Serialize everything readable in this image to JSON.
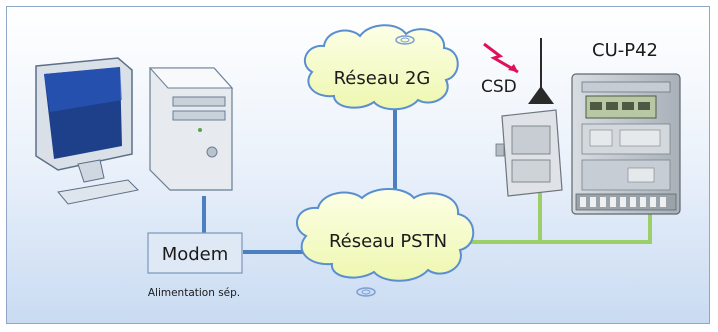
{
  "nodes": {
    "cloud_2g": "Réseau 2G",
    "cloud_pstn": "Réseau PSTN",
    "modem": "Modem",
    "modem_note": "Alimentation sép.",
    "meter": "CU-P42",
    "csd": "CSD"
  },
  "colors": {
    "link_blue": "#4a7fc0",
    "link_green": "#9ccf6a",
    "cloud_fill": "#f6fbc8",
    "cloud_stroke": "#5a8fcf",
    "modem_fill": "#dfe8f5",
    "lightning": "#e0105a"
  }
}
